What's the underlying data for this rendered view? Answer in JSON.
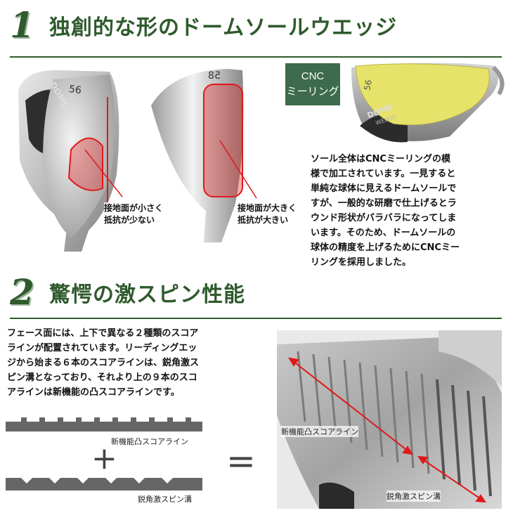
{
  "section1": {
    "number": "1",
    "title": "独創的な形のドームソールウエッジ"
  },
  "section2": {
    "number": "2",
    "title": "驚愕の激スピン性能"
  },
  "cnc_badge": {
    "line1": "CNC",
    "line2": "ミーリング"
  },
  "club_stamps": {
    "loft_left": "56",
    "loft_middle": "58",
    "loft_right": "56",
    "brand": "DOME",
    "model": "WEDGE"
  },
  "labels": {
    "small_contact": "接地面が小さく\n抵抗が少ない",
    "large_contact": "接地面が大きく\n抵抗が大きい"
  },
  "paragraph1": "ソール全体はCNCミーリングの模\n様で加工されています。一見すると\n単純な球体に見えるドームソールで\nすが、一般的な研磨で仕上げるとラ\nウンド形状がバラバラになってしま\nいます。そのため、ドームソールの\n球体の精度を上げるためにCNCミー\nリングを採用しました。",
  "paragraph2": "フェース面には、上下で異なる２種類のスコア\nラインが配置されています。リーディングエッ\nジから始まる６本のスコアラインは、鋭角激ス\nピン溝となっており、それより上の９本のスコ\nアラインは新機能の凸スコアラインです。",
  "diagram": {
    "upper_label": "新機能凸スコアライン",
    "lower_label": "鋭角激スピン溝",
    "plus": "+",
    "equals": "="
  },
  "photo_labels": {
    "upper": "新機能凸スコアライン",
    "lower": "鋭角激スピン溝"
  },
  "colors": {
    "section_green": "#2f5a2d",
    "badge_green": "#3d6b4b",
    "highlight_red": "#e0191a",
    "milling_yellow": "#e7e36a"
  }
}
